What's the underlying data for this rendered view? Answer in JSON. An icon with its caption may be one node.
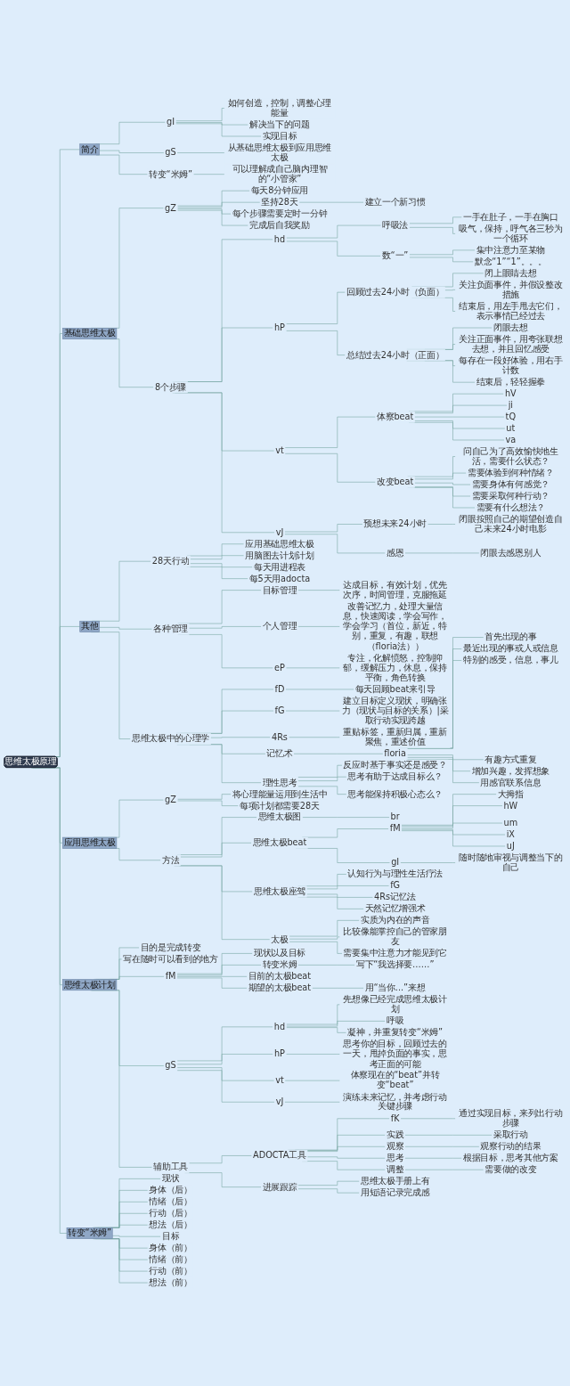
{
  "diagram": {
    "nodes": [
      {
        "text": [
          "思维太极原理"
        ]
      },
      {
        "text": [
          "简介"
        ]
      },
      {
        "text": [
          "gI"
        ]
      },
      {
        "text": [
          "如何创造，控制，调整心理能量"
        ]
      },
      {
        "text": [
          "解决当下的问题"
        ]
      },
      {
        "text": [
          "实现目标"
        ]
      },
      {
        "text": [
          "gS"
        ]
      },
      {
        "text": [
          "从基础思维太极到应用思维太极"
        ]
      },
      {
        "text": [
          "转变“米姆”"
        ]
      },
      {
        "text": [
          "可以理解成自己脑内理智的“小管家”"
        ]
      },
      {
        "text": [
          "基础思维太极"
        ]
      },
      {
        "text": [
          "gZ"
        ]
      },
      {
        "text": [
          "每天8分钟应用"
        ]
      },
      {
        "text": [
          "坚持28天"
        ]
      },
      {
        "text": [
          "建立一个新习惯"
        ]
      },
      {
        "text": [
          "每个步骤需要定时一分钟"
        ]
      },
      {
        "text": [
          "完成后自我奖励"
        ]
      },
      {
        "text": [
          "8个步骤"
        ]
      },
      {
        "text": [
          "hd"
        ]
      },
      {
        "text": [
          "呼吸法"
        ]
      },
      {
        "text": [
          "一手在肚子，一手在胸口"
        ]
      },
      {
        "text": [
          "吸气，保持，呼气各三秒为一个循环"
        ]
      },
      {
        "text": [
          "数“一”"
        ]
      },
      {
        "text": [
          "集中注意力至某物"
        ]
      },
      {
        "text": [
          "默念“1”“1”。。。"
        ]
      },
      {
        "text": [
          "hP"
        ]
      },
      {
        "text": [
          "回顾过去24小时（负面）"
        ]
      },
      {
        "text": [
          "闭上眼睛去想"
        ]
      },
      {
        "text": [
          "关注负面事件，并假设整改措施"
        ]
      },
      {
        "text": [
          "结束后，用左手甩去它们，表示事情已经过去"
        ]
      },
      {
        "text": [
          "总结过去24小时（正面）"
        ]
      },
      {
        "text": [
          "闭眼去想"
        ]
      },
      {
        "text": [
          "关注正面事件，用夸张联想去想，并且回忆感受"
        ]
      },
      {
        "text": [
          "每存在一段好体验，用右手计数"
        ]
      },
      {
        "text": [
          "结束后，轻轻握拳"
        ]
      },
      {
        "text": [
          "vt"
        ]
      },
      {
        "text": [
          "体察beat"
        ]
      },
      {
        "text": [
          "hV"
        ]
      },
      {
        "text": [
          "ji"
        ]
      },
      {
        "text": [
          "tQ"
        ]
      },
      {
        "text": [
          "ut"
        ]
      },
      {
        "text": [
          "va"
        ]
      },
      {
        "text": [
          "改变beat"
        ]
      },
      {
        "text": [
          "问自己为了高效愉快地生活，需要什么状态？"
        ]
      },
      {
        "text": [
          "需要体验到何种情绪？"
        ]
      },
      {
        "text": [
          "需要身体有何感觉？"
        ]
      },
      {
        "text": [
          "需要采取何种行动？"
        ]
      },
      {
        "text": [
          "需要有什么想法？"
        ]
      },
      {
        "text": [
          "vJ"
        ]
      },
      {
        "text": [
          "预想未来24小时"
        ]
      },
      {
        "text": [
          "闭眼按照自己的期望创造自己未来24小时电影"
        ]
      },
      {
        "text": [
          "感恩"
        ]
      },
      {
        "text": [
          "闭眼去感恩别人"
        ]
      },
      {
        "text": [
          "其他"
        ]
      },
      {
        "text": [
          "28天行动"
        ]
      },
      {
        "text": [
          "应用基础思维太极"
        ]
      },
      {
        "text": [
          "用脑图去计划计划"
        ]
      },
      {
        "text": [
          "每天用进程表"
        ]
      },
      {
        "text": [
          "每5天用adocta"
        ]
      },
      {
        "text": [
          "各种管理"
        ]
      },
      {
        "text": [
          "目标管理"
        ]
      },
      {
        "text": [
          "达成目标，有效计划，优先次序，时间管理，克服拖延"
        ]
      },
      {
        "text": [
          "个人管理"
        ]
      },
      {
        "text": [
          "改善记忆力，处理大量信息，快速阅读，学会写作，学会学习（首位，新近，特别，重复，有趣，联想（floria法））"
        ]
      },
      {
        "text": [
          "eP"
        ]
      },
      {
        "text": [
          "专注，化解愤怒，控制抑郁，缓解压力，休息，保持平衡，角色转换"
        ]
      },
      {
        "text": [
          "思维太极中的心理学"
        ]
      },
      {
        "text": [
          "fD"
        ]
      },
      {
        "text": [
          "每天回顾beat来引导"
        ]
      },
      {
        "text": [
          "fG"
        ]
      },
      {
        "text": [
          "建立目标定义现状，明确张力（现状与目标的关系）|采取行动实现跨越"
        ]
      },
      {
        "text": [
          "4Rs"
        ]
      },
      {
        "text": [
          "重贴标签，重新归属，重新聚焦，重述价值"
        ]
      },
      {
        "text": [
          "记忆术"
        ]
      },
      {
        "text": [
          "floria"
        ]
      },
      {
        "text": [
          "首先出现的事"
        ]
      },
      {
        "text": [
          "最近出现的事或人或信息"
        ]
      },
      {
        "text": [
          "特别的感受，信息，事儿"
        ]
      },
      {
        "text": [
          "有趣方式重复"
        ]
      },
      {
        "text": [
          "增加兴趣，发挥想象"
        ]
      },
      {
        "text": [
          "用感官联系信息"
        ]
      },
      {
        "text": [
          "理性思考"
        ]
      },
      {
        "text": [
          "反应时基于事实还是感受？"
        ]
      },
      {
        "text": [
          "思考有助于达成目标么？"
        ]
      },
      {
        "text": [
          "思考能保持积极心态么？"
        ]
      },
      {
        "text": [
          "应用思维太极"
        ]
      },
      {
        "text": [
          "gZ"
        ]
      },
      {
        "text": [
          "将心理能量运用到生活中"
        ]
      },
      {
        "text": [
          "每项计划都需要28天"
        ]
      },
      {
        "text": [
          "方法"
        ]
      },
      {
        "text": [
          "思维太极图"
        ]
      },
      {
        "text": [
          "br"
        ]
      },
      {
        "text": [
          "思维太极beat"
        ]
      },
      {
        "text": [
          "fM"
        ]
      },
      {
        "text": [
          "大拇指"
        ]
      },
      {
        "text": [
          "hW"
        ]
      },
      {
        "text": [
          "um"
        ]
      },
      {
        "text": [
          "iX"
        ]
      },
      {
        "text": [
          "uJ"
        ]
      },
      {
        "text": [
          "gI"
        ]
      },
      {
        "text": [
          "随时随地审视与调整当下的自己"
        ]
      },
      {
        "text": [
          "思维太极座驾"
        ]
      },
      {
        "text": [
          "认知行为与理性生活疗法"
        ]
      },
      {
        "text": [
          "fG"
        ]
      },
      {
        "text": [
          "4Rs记忆法"
        ]
      },
      {
        "text": [
          "天然记忆增强术"
        ]
      },
      {
        "text": [
          "太极"
        ]
      },
      {
        "text": [
          "实质为内在的声音"
        ]
      },
      {
        "text": [
          "比较像能掌控自己的管家朋友"
        ]
      },
      {
        "text": [
          "需要集中注意力才能见到它"
        ]
      },
      {
        "text": [
          "思维太极计划"
        ]
      },
      {
        "text": [
          "目的是完成转变"
        ]
      },
      {
        "text": [
          "写在随时可以看到的地方"
        ]
      },
      {
        "text": [
          "fM"
        ]
      },
      {
        "text": [
          "现状以及目标"
        ]
      },
      {
        "text": [
          "转变米姆"
        ]
      },
      {
        "text": [
          "写下“我选择要……”"
        ]
      },
      {
        "text": [
          "目前的太极beat"
        ]
      },
      {
        "text": [
          "期望的太极beat"
        ]
      },
      {
        "text": [
          "用“当你...”来想"
        ]
      },
      {
        "text": [
          "gS"
        ]
      },
      {
        "text": [
          "hd"
        ]
      },
      {
        "text": [
          "先想像已经完成思维太极计划"
        ]
      },
      {
        "text": [
          "呼吸"
        ]
      },
      {
        "text": [
          "凝神，并重复转变“米姆”"
        ]
      },
      {
        "text": [
          "hP"
        ]
      },
      {
        "text": [
          "思考你的目标，回顾过去的一天，甩掉负面的事实，思考正面的可能"
        ]
      },
      {
        "text": [
          "vt"
        ]
      },
      {
        "text": [
          "体察现在的“beat”并转变“beat”"
        ]
      },
      {
        "text": [
          "vJ"
        ]
      },
      {
        "text": [
          "演练未来记忆，并考虑行动关键步骤"
        ]
      },
      {
        "text": [
          "辅助工具"
        ]
      },
      {
        "text": [
          "ADOCTA工具"
        ]
      },
      {
        "text": [
          "fK"
        ]
      },
      {
        "text": [
          "通过实现目标，来列出行动步骤"
        ]
      },
      {
        "text": [
          "实践"
        ]
      },
      {
        "text": [
          "采取行动"
        ]
      },
      {
        "text": [
          "观察"
        ]
      },
      {
        "text": [
          "观察行动的结果"
        ]
      },
      {
        "text": [
          "思考"
        ]
      },
      {
        "text": [
          "根据目标，思考其他方案"
        ]
      },
      {
        "text": [
          "调整"
        ]
      },
      {
        "text": [
          "需要做的改变"
        ]
      },
      {
        "text": [
          "进展跟踪"
        ]
      },
      {
        "text": [
          "思维太极手册上有"
        ]
      },
      {
        "text": [
          "用短语记录完成感"
        ]
      },
      {
        "text": [
          "转变“米姆”"
        ]
      },
      {
        "text": [
          "现状"
        ]
      },
      {
        "text": [
          "身体（后）"
        ]
      },
      {
        "text": [
          "情绪（后）"
        ]
      },
      {
        "text": [
          "行动（后）"
        ]
      },
      {
        "text": [
          "想法（后）"
        ]
      },
      {
        "text": [
          "目标"
        ]
      },
      {
        "text": [
          "身体（前）"
        ]
      },
      {
        "text": [
          "情绪（前）"
        ]
      },
      {
        "text": [
          "行动（前）"
        ]
      },
      {
        "text": [
          "想法（前）"
        ]
      }
    ],
    "edges": [
      {
        "from": 0,
        "to": 1,
        "arrow": "none"
      },
      {
        "from": 1,
        "to": 2,
        "arrow": "none"
      },
      {
        "from": 2,
        "to": 3,
        "arrow": "none"
      },
      {
        "from": 2,
        "to": 4,
        "arrow": "none"
      },
      {
        "from": 2,
        "to": 5,
        "arrow": "none"
      },
      {
        "from": 1,
        "to": 6,
        "arrow": "none"
      },
      {
        "from": 6,
        "to": 7,
        "arrow": "none"
      },
      {
        "from": 1,
        "to": 8,
        "arrow": "none"
      },
      {
        "from": 8,
        "to": 9,
        "arrow": "none"
      },
      {
        "from": 0,
        "to": 10,
        "arrow": "none"
      },
      {
        "from": 10,
        "to": 11,
        "arrow": "none"
      },
      {
        "from": 11,
        "to": 12,
        "arrow": "none"
      },
      {
        "from": 11,
        "to": 13,
        "arrow": "none"
      },
      {
        "from": 13,
        "to": 14,
        "arrow": "none"
      },
      {
        "from": 11,
        "to": 15,
        "arrow": "none"
      },
      {
        "from": 11,
        "to": 16,
        "arrow": "none"
      },
      {
        "from": 10,
        "to": 17,
        "arrow": "none"
      },
      {
        "from": 17,
        "to": 18,
        "arrow": "none"
      },
      {
        "from": 18,
        "to": 19,
        "arrow": "none"
      },
      {
        "from": 19,
        "to": 20,
        "arrow": "none"
      },
      {
        "from": 19,
        "to": 21,
        "arrow": "none"
      },
      {
        "from": 18,
        "to": 22,
        "arrow": "none"
      },
      {
        "from": 22,
        "to": 23,
        "arrow": "none"
      },
      {
        "from": 22,
        "to": 24,
        "arrow": "none"
      },
      {
        "from": 17,
        "to": 25,
        "arrow": "none"
      },
      {
        "from": 25,
        "to": 26,
        "arrow": "none"
      },
      {
        "from": 26,
        "to": 27,
        "arrow": "none"
      },
      {
        "from": 26,
        "to": 28,
        "arrow": "none"
      },
      {
        "from": 26,
        "to": 29,
        "arrow": "none"
      },
      {
        "from": 25,
        "to": 30,
        "arrow": "none"
      },
      {
        "from": 30,
        "to": 31,
        "arrow": "none"
      },
      {
        "from": 30,
        "to": 32,
        "arrow": "none"
      },
      {
        "from": 30,
        "to": 33,
        "arrow": "none"
      },
      {
        "from": 30,
        "to": 34,
        "arrow": "none"
      },
      {
        "from": 17,
        "to": 35,
        "arrow": "none"
      },
      {
        "from": 35,
        "to": 36,
        "arrow": "none"
      },
      {
        "from": 36,
        "to": 37,
        "arrow": "none"
      },
      {
        "from": 36,
        "to": 38,
        "arrow": "none"
      },
      {
        "from": 36,
        "to": 39,
        "arrow": "none"
      },
      {
        "from": 36,
        "to": 40,
        "arrow": "none"
      },
      {
        "from": 36,
        "to": 41,
        "arrow": "none"
      },
      {
        "from": 35,
        "to": 42,
        "arrow": "none"
      },
      {
        "from": 42,
        "to": 43,
        "arrow": "none"
      },
      {
        "from": 42,
        "to": 44,
        "arrow": "none"
      },
      {
        "from": 42,
        "to": 45,
        "arrow": "none"
      },
      {
        "from": 42,
        "to": 46,
        "arrow": "none"
      },
      {
        "from": 42,
        "to": 47,
        "arrow": "none"
      },
      {
        "from": 17,
        "to": 48,
        "arrow": "none"
      },
      {
        "from": 48,
        "to": 49,
        "arrow": "none"
      },
      {
        "from": 49,
        "to": 50,
        "arrow": "none"
      },
      {
        "from": 48,
        "to": 51,
        "arrow": "none"
      },
      {
        "from": 51,
        "to": 52,
        "arrow": "none"
      },
      {
        "from": 0,
        "to": 53,
        "arrow": "none"
      },
      {
        "from": 53,
        "to": 54,
        "arrow": "none"
      },
      {
        "from": 54,
        "to": 55,
        "arrow": "none"
      },
      {
        "from": 54,
        "to": 56,
        "arrow": "none"
      },
      {
        "from": 54,
        "to": 57,
        "arrow": "none"
      },
      {
        "from": 54,
        "to": 58,
        "arrow": "none"
      },
      {
        "from": 53,
        "to": 59,
        "arrow": "none"
      },
      {
        "from": 59,
        "to": 60,
        "arrow": "none"
      },
      {
        "from": 60,
        "to": 61,
        "arrow": "none"
      },
      {
        "from": 59,
        "to": 62,
        "arrow": "none"
      },
      {
        "from": 62,
        "to": 63,
        "arrow": "none"
      },
      {
        "from": 59,
        "to": 64,
        "arrow": "none"
      },
      {
        "from": 64,
        "to": 65,
        "arrow": "none"
      },
      {
        "from": 53,
        "to": 66,
        "arrow": "none"
      },
      {
        "from": 66,
        "to": 67,
        "arrow": "none"
      },
      {
        "from": 67,
        "to": 68,
        "arrow": "none"
      },
      {
        "from": 66,
        "to": 69,
        "arrow": "none"
      },
      {
        "from": 69,
        "to": 70,
        "arrow": "none"
      },
      {
        "from": 66,
        "to": 71,
        "arrow": "none"
      },
      {
        "from": 71,
        "to": 72,
        "arrow": "none"
      },
      {
        "from": 66,
        "to": 73,
        "arrow": "none"
      },
      {
        "from": 73,
        "to": 74,
        "arrow": "none"
      },
      {
        "from": 74,
        "to": 75,
        "arrow": "none"
      },
      {
        "from": 74,
        "to": 76,
        "arrow": "none"
      },
      {
        "from": 74,
        "to": 77,
        "arrow": "none"
      },
      {
        "from": 74,
        "to": 78,
        "arrow": "none"
      },
      {
        "from": 74,
        "to": 79,
        "arrow": "none"
      },
      {
        "from": 74,
        "to": 80,
        "arrow": "none"
      },
      {
        "from": 66,
        "to": 81,
        "arrow": "none"
      },
      {
        "from": 81,
        "to": 82,
        "arrow": "none"
      },
      {
        "from": 81,
        "to": 83,
        "arrow": "none"
      },
      {
        "from": 81,
        "to": 84,
        "arrow": "none"
      },
      {
        "from": 0,
        "to": 85,
        "arrow": "none"
      },
      {
        "from": 85,
        "to": 86,
        "arrow": "none"
      },
      {
        "from": 86,
        "to": 87,
        "arrow": "none"
      },
      {
        "from": 86,
        "to": 88,
        "arrow": "none"
      },
      {
        "from": 85,
        "to": 89,
        "arrow": "none"
      },
      {
        "from": 89,
        "to": 90,
        "arrow": "none"
      },
      {
        "from": 90,
        "to": 91,
        "arrow": "none"
      },
      {
        "from": 89,
        "to": 92,
        "arrow": "none"
      },
      {
        "from": 92,
        "to": 93,
        "arrow": "none"
      },
      {
        "from": 93,
        "to": 94,
        "arrow": "none"
      },
      {
        "from": 93,
        "to": 95,
        "arrow": "none"
      },
      {
        "from": 93,
        "to": 96,
        "arrow": "none"
      },
      {
        "from": 93,
        "to": 97,
        "arrow": "none"
      },
      {
        "from": 93,
        "to": 98,
        "arrow": "none"
      },
      {
        "from": 92,
        "to": 99,
        "arrow": "none"
      },
      {
        "from": 99,
        "to": 100,
        "arrow": "none"
      },
      {
        "from": 89,
        "to": 101,
        "arrow": "none"
      },
      {
        "from": 101,
        "to": 102,
        "arrow": "none"
      },
      {
        "from": 101,
        "to": 103,
        "arrow": "none"
      },
      {
        "from": 101,
        "to": 104,
        "arrow": "none"
      },
      {
        "from": 101,
        "to": 105,
        "arrow": "none"
      },
      {
        "from": 89,
        "to": 106,
        "arrow": "none"
      },
      {
        "from": 106,
        "to": 107,
        "arrow": "none"
      },
      {
        "from": 106,
        "to": 108,
        "arrow": "none"
      },
      {
        "from": 106,
        "to": 109,
        "arrow": "none"
      },
      {
        "from": 0,
        "to": 110,
        "arrow": "none"
      },
      {
        "from": 110,
        "to": 111,
        "arrow": "none"
      },
      {
        "from": 110,
        "to": 112,
        "arrow": "none"
      },
      {
        "from": 110,
        "to": 113,
        "arrow": "none"
      },
      {
        "from": 113,
        "to": 114,
        "arrow": "none"
      },
      {
        "from": 113,
        "to": 115,
        "arrow": "none"
      },
      {
        "from": 115,
        "to": 116,
        "arrow": "none"
      },
      {
        "from": 113,
        "to": 117,
        "arrow": "none"
      },
      {
        "from": 113,
        "to": 118,
        "arrow": "none"
      },
      {
        "from": 118,
        "to": 119,
        "arrow": "none"
      },
      {
        "from": 110,
        "to": 120,
        "arrow": "none"
      },
      {
        "from": 120,
        "to": 121,
        "arrow": "none"
      },
      {
        "from": 121,
        "to": 122,
        "arrow": "none"
      },
      {
        "from": 121,
        "to": 123,
        "arrow": "none"
      },
      {
        "from": 121,
        "to": 124,
        "arrow": "none"
      },
      {
        "from": 120,
        "to": 125,
        "arrow": "none"
      },
      {
        "from": 125,
        "to": 126,
        "arrow": "none"
      },
      {
        "from": 120,
        "to": 127,
        "arrow": "none"
      },
      {
        "from": 127,
        "to": 128,
        "arrow": "none"
      },
      {
        "from": 120,
        "to": 129,
        "arrow": "none"
      },
      {
        "from": 129,
        "to": 130,
        "arrow": "none"
      },
      {
        "from": 110,
        "to": 131,
        "arrow": "none"
      },
      {
        "from": 131,
        "to": 132,
        "arrow": "none"
      },
      {
        "from": 132,
        "to": 133,
        "arrow": "none"
      },
      {
        "from": 133,
        "to": 134,
        "arrow": "none"
      },
      {
        "from": 132,
        "to": 135,
        "arrow": "none"
      },
      {
        "from": 135,
        "to": 136,
        "arrow": "none"
      },
      {
        "from": 132,
        "to": 137,
        "arrow": "none"
      },
      {
        "from": 137,
        "to": 138,
        "arrow": "none"
      },
      {
        "from": 132,
        "to": 139,
        "arrow": "none"
      },
      {
        "from": 139,
        "to": 140,
        "arrow": "none"
      },
      {
        "from": 132,
        "to": 141,
        "arrow": "none"
      },
      {
        "from": 141,
        "to": 142,
        "arrow": "none"
      },
      {
        "from": 131,
        "to": 143,
        "arrow": "none"
      },
      {
        "from": 143,
        "to": 144,
        "arrow": "none"
      },
      {
        "from": 143,
        "to": 145,
        "arrow": "none"
      },
      {
        "from": 0,
        "to": 146,
        "arrow": "none"
      },
      {
        "from": 146,
        "to": 147,
        "arrow": "none"
      },
      {
        "from": 146,
        "to": 148,
        "arrow": "none"
      },
      {
        "from": 146,
        "to": 149,
        "arrow": "none"
      },
      {
        "from": 146,
        "to": 150,
        "arrow": "none"
      },
      {
        "from": 146,
        "to": 151,
        "arrow": "none"
      },
      {
        "from": 146,
        "to": 152,
        "arrow": "none"
      },
      {
        "from": 146,
        "to": 153,
        "arrow": "none"
      },
      {
        "from": 146,
        "to": 154,
        "arrow": "none"
      },
      {
        "from": 146,
        "to": 155,
        "arrow": "none"
      },
      {
        "from": 146,
        "to": 156,
        "arrow": "none"
      }
    ]
  }
}
